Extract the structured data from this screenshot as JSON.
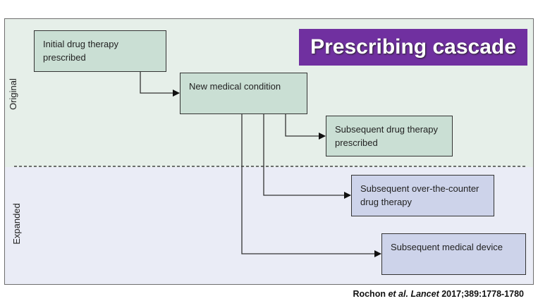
{
  "title": "Prescribing cascade",
  "zones": {
    "original_label": "Original",
    "expanded_label": "Expanded"
  },
  "boxes": [
    {
      "id": "initial",
      "label": "Initial drug therapy prescribed",
      "zone": "original"
    },
    {
      "id": "condition",
      "label": "New medical condition",
      "zone": "original"
    },
    {
      "id": "subsequent-drug",
      "label": "Subsequent drug therapy prescribed",
      "zone": "original"
    },
    {
      "id": "otc",
      "label": "Subsequent over-the-counter drug therapy",
      "zone": "expanded"
    },
    {
      "id": "device",
      "label": "Subsequent medical device",
      "zone": "expanded"
    }
  ],
  "edges": [
    {
      "from": "initial",
      "to": "condition"
    },
    {
      "from": "condition",
      "to": "subsequent-drug"
    },
    {
      "from": "condition",
      "to": "otc"
    },
    {
      "from": "condition",
      "to": "device"
    }
  ],
  "citation": {
    "author": "Rochon",
    "etal": "et al.",
    "journal": "Lancet",
    "ref": "2017;389:1778-1780"
  },
  "colors": {
    "title_bg": "#7030a0",
    "original_bg": "#e6efe9",
    "expanded_bg": "#eaecf6",
    "original_box": "#cadfd4",
    "expanded_box": "#cdd3ea"
  }
}
